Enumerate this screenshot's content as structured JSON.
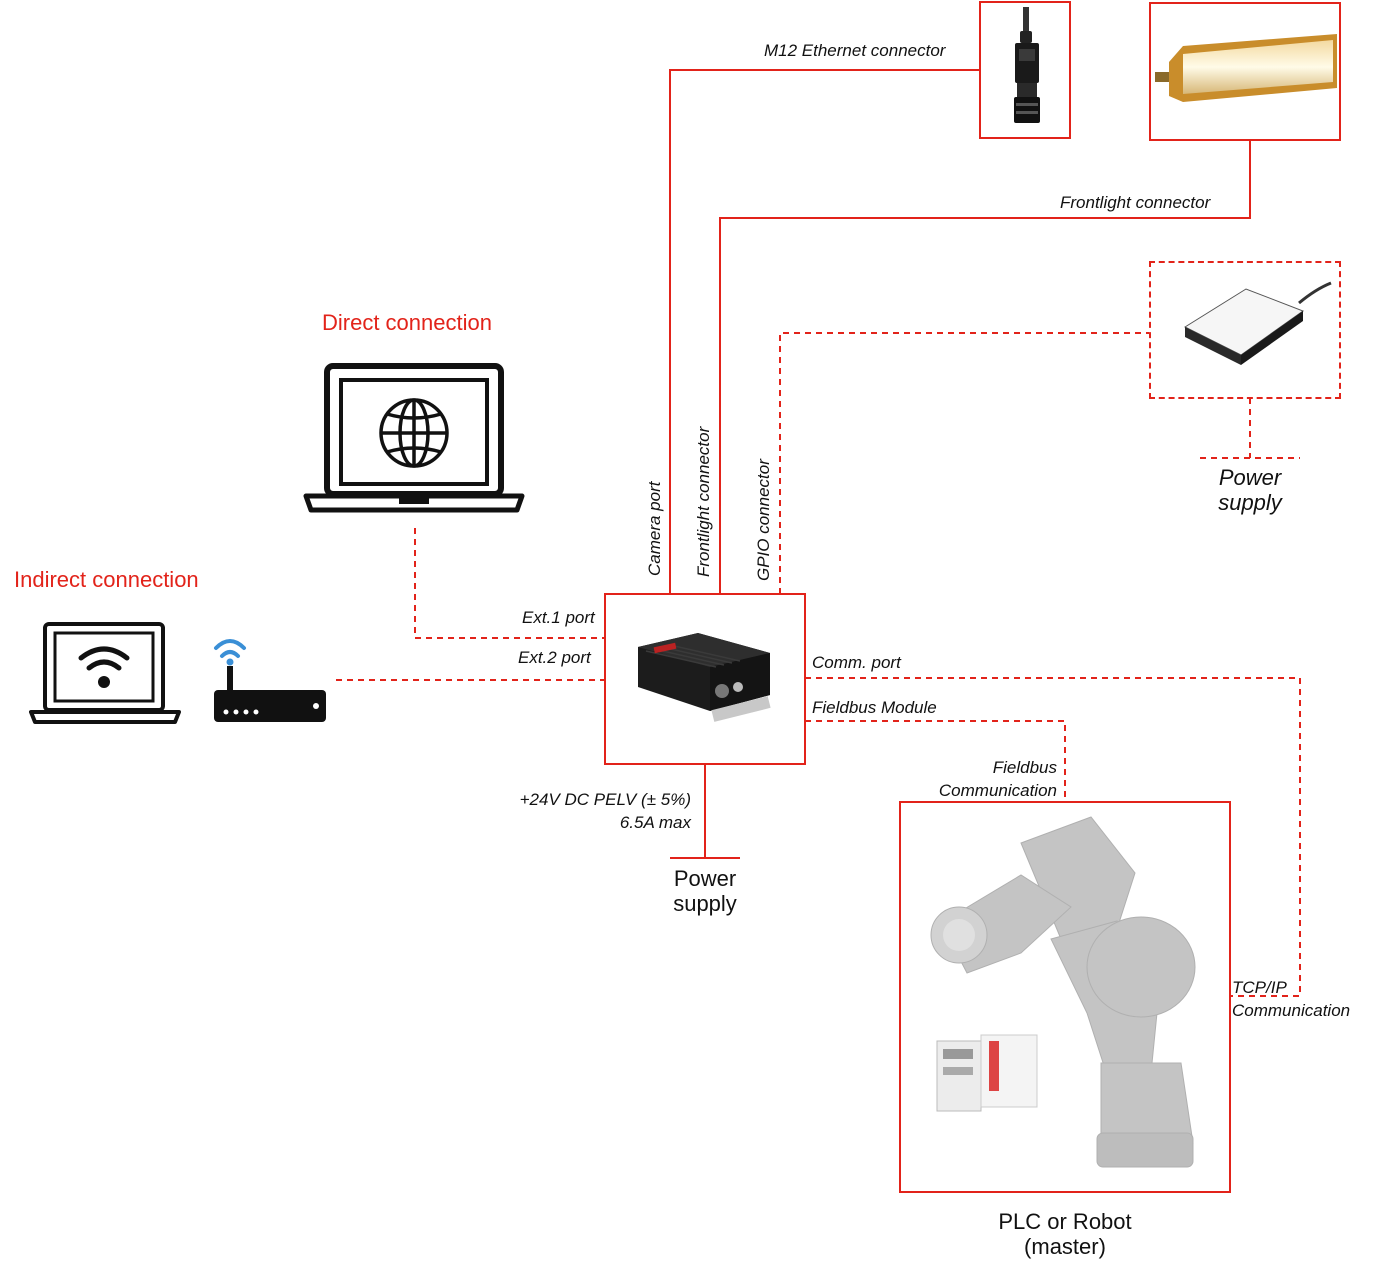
{
  "colors": {
    "accent": "#e2231a",
    "wire": "#e2231a",
    "text": "#111111",
    "robot": "#bdbdbd"
  },
  "labels": {
    "m12_ethernet": "M12 Ethernet connector",
    "frontlight_connector_top": "Frontlight connector",
    "camera_port": "Camera port",
    "frontlight_connector_vertical": "Frontlight connector",
    "gpio_connector": "GPIO connector",
    "direct_connection": "Direct connection",
    "indirect_connection": "Indirect connection",
    "ext1_port": "Ext.1 port",
    "ext2_port": "Ext.2 port",
    "comm_port": "Comm. port",
    "fieldbus_module": "Fieldbus Module",
    "fieldbus_comm_line1": "Fieldbus",
    "fieldbus_comm_line2": "Communication",
    "tcpip_line1": "TCP/IP",
    "tcpip_line2": "Communication",
    "power_spec_line1": "+24V DC PELV (± 5%)",
    "power_spec_line2": "6.5A max",
    "power_supply_main_line1": "Power",
    "power_supply_main_line2": "supply",
    "power_supply_light_line1": "Power",
    "power_supply_light_line2": "supply",
    "plc_robot_line1": "PLC or Robot",
    "plc_robot_line2": "(master)"
  },
  "icons": [
    "camera-icon",
    "bar-light-icon",
    "backlight-icon",
    "laptop-globe-icon",
    "laptop-wifi-icon",
    "router-icon",
    "controller-icon",
    "robot-arm-icon",
    "plc-icon"
  ]
}
